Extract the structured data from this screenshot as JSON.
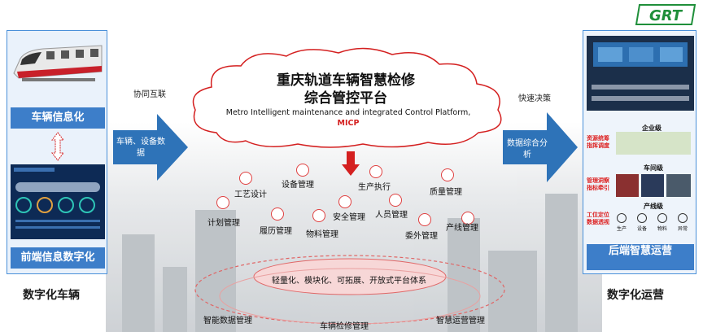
{
  "logo": {
    "text": "GRT"
  },
  "left": {
    "top_label": "车辆信息化",
    "bottom_label": "前端信息数字化",
    "caption": "数字化车辆"
  },
  "right": {
    "bottom_label": "后端智慧运营",
    "caption": "数字化运营",
    "tiers": {
      "enterprise": "企业级",
      "workshop": "车间级",
      "line": "产线级"
    },
    "tags": {
      "t1": "资源统筹指挥调度",
      "t2": "管理洞察指标牵引",
      "t3": "工位定位数据透视"
    },
    "line_icons": [
      "生产",
      "设备",
      "物料",
      "异常"
    ]
  },
  "arrows": {
    "left_top": "协同互联",
    "left_body": "车辆、设备数据",
    "right_top": "快速决策",
    "right_body": "数据综合分析"
  },
  "cloud": {
    "title_line1": "重庆轨道车辆智慧检修",
    "title_line2": "综合管控平台",
    "english": "Metro Intelligent maintenance and integrated Control Platform,",
    "english_abbr": "MICP"
  },
  "modules": [
    "工艺设计",
    "设备管理",
    "生产执行",
    "质量管理",
    "计划管理",
    "履历管理",
    "物料管理",
    "安全管理",
    "人员管理",
    "委外管理",
    "产线管理"
  ],
  "platform": "轻量化、模块化、可拓展、开放式平台体系",
  "bottom": [
    "智能数据管理",
    "车辆检修管理",
    "智慧运营管理"
  ],
  "colors": {
    "accent_red": "#d42020",
    "panel_blue": "#3d7ec9",
    "arrow_blue": "#2e73b8"
  }
}
